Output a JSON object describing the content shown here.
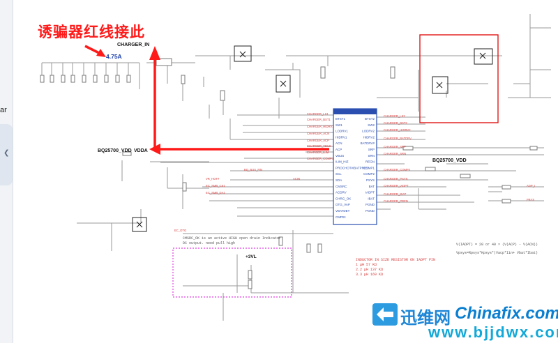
{
  "annotation": {
    "note": "诱骗器红线接此",
    "current": "4.75A"
  },
  "labels": {
    "charger_in": "CHARGER_IN",
    "bq_vdd_left": "BQ25700_VDD",
    "vdda": "VDDA",
    "bq_vdd_right": "BQ25700_VDD",
    "plus3vl": "+3VL"
  },
  "notes": {
    "cmsrc": "CMSRC_OK is an active HIGH open drain Indicator",
    "dc_output": "DC output. need pull high",
    "vin_formula": "V(IADPT) = 20 or 40 × (V(ACP) - V(ACN))",
    "psys_formula": "Vpsys=Rpsys*Kpsys*(Vacp*Iin+ Vbat*Ibat)",
    "inductor_title": "INDUCTOR IN SIZE RESISTOR ON IADPT PIN",
    "inductor_1": "1 μH 57 KΩ",
    "inductor_2": "2.2 μH 137 KΩ",
    "inductor_3": "3.3 μH 169 KΩ"
  },
  "ic_pins_left": [
    "BTST1",
    "SW1",
    "LODRV1",
    "HIDRV1",
    "ACN",
    "ACP",
    "VBUS",
    "ILIM_HIZ",
    "PROCHOT#/BATPRES",
    "SCL",
    "SDA",
    "CMSRC",
    "ACDRV",
    "CHRG_OK",
    "OTG_VAP",
    "VBATDET",
    "CMPIN"
  ],
  "ic_pins_right": [
    "BTST2",
    "SW2",
    "LODRV2",
    "HIDRV2",
    "BATDRV#",
    "SRP",
    "SRN",
    "REGN",
    "COMP1",
    "COMP2",
    "PSYS",
    "BAT",
    "IADPT",
    "IBAT",
    "PGND",
    "PGND"
  ],
  "net_labels": [
    "CHARGER_LX1",
    "CHARGER_BST1",
    "CHARGER_HIDRV1",
    "CHARGER_ACN",
    "CHARGER_ACP",
    "CHARGER_VBUS",
    "CHARGER_ILIM",
    "CHARGER_COMP1",
    "CHARGER_LX2",
    "CHARGER_BST2",
    "CHARGER_HIDRV2",
    "CHARGER_BATDRV",
    "CHARGER_SRP",
    "CHARGER_SRN",
    "CHARGER_COMP2",
    "CHARGER_PSYS",
    "CHARGER_IADPT",
    "CHARGER_IBAT",
    "CHARGER_PREN",
    "BQ_BUS_FIN",
    "VR_HOT#",
    "EC_SMB_CK1",
    "EC_SMB_DA1",
    "ACIN",
    "EC_OTG",
    "ADP_I",
    "PBYS"
  ],
  "watermark": {
    "cn": "迅维网",
    "en": "Chinafix.com",
    "url": "www.bjjdwx.com"
  },
  "sidebar": {
    "partial_text": "ar",
    "collapse_icon": "chevron-left-icon"
  },
  "colors": {
    "annotation": "#ff1a1a",
    "net": "#d83a3a",
    "wire": "#8a8a8a",
    "ic": "#2b4fb0",
    "dashed_box": "#e040e0",
    "watermark_cn": "#1e86d6",
    "watermark_url": "#12a8d8"
  }
}
